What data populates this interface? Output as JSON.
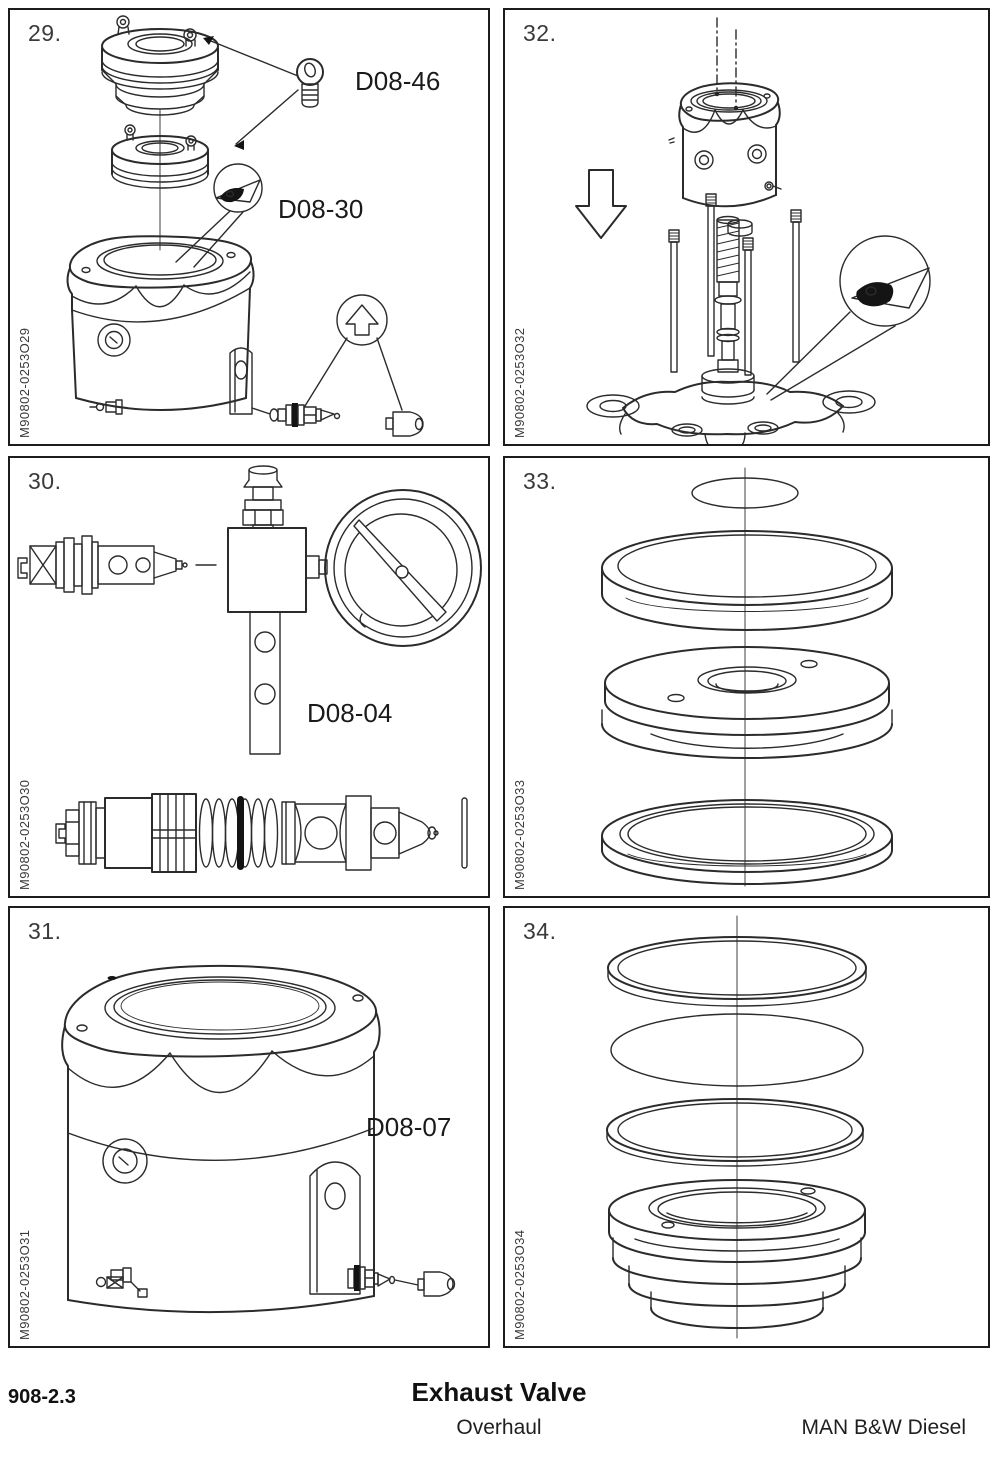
{
  "footer": {
    "section": "908-2.3",
    "title": "Exhaust Valve",
    "subtitle": "Overhaul",
    "brand": "MAN B&W Diesel"
  },
  "panels": [
    {
      "number": "29.",
      "figure_id": "M90802-0253O29",
      "part_labels": [
        "D08-46",
        "D08-30"
      ]
    },
    {
      "number": "32.",
      "figure_id": "M90802-0253O32",
      "part_labels": []
    },
    {
      "number": "30.",
      "figure_id": "M90802-0253O30",
      "part_labels": [
        "D08-04"
      ]
    },
    {
      "number": "33.",
      "figure_id": "M90802-0253O33",
      "part_labels": []
    },
    {
      "number": "31.",
      "figure_id": "M90802-0253O31",
      "part_labels": [
        "D08-07"
      ]
    },
    {
      "number": "34.",
      "figure_id": "M90802-0253O34",
      "part_labels": []
    }
  ],
  "colors": {
    "line": "#2b2b2b",
    "ink": "#111111",
    "seal_black": "#141414"
  }
}
